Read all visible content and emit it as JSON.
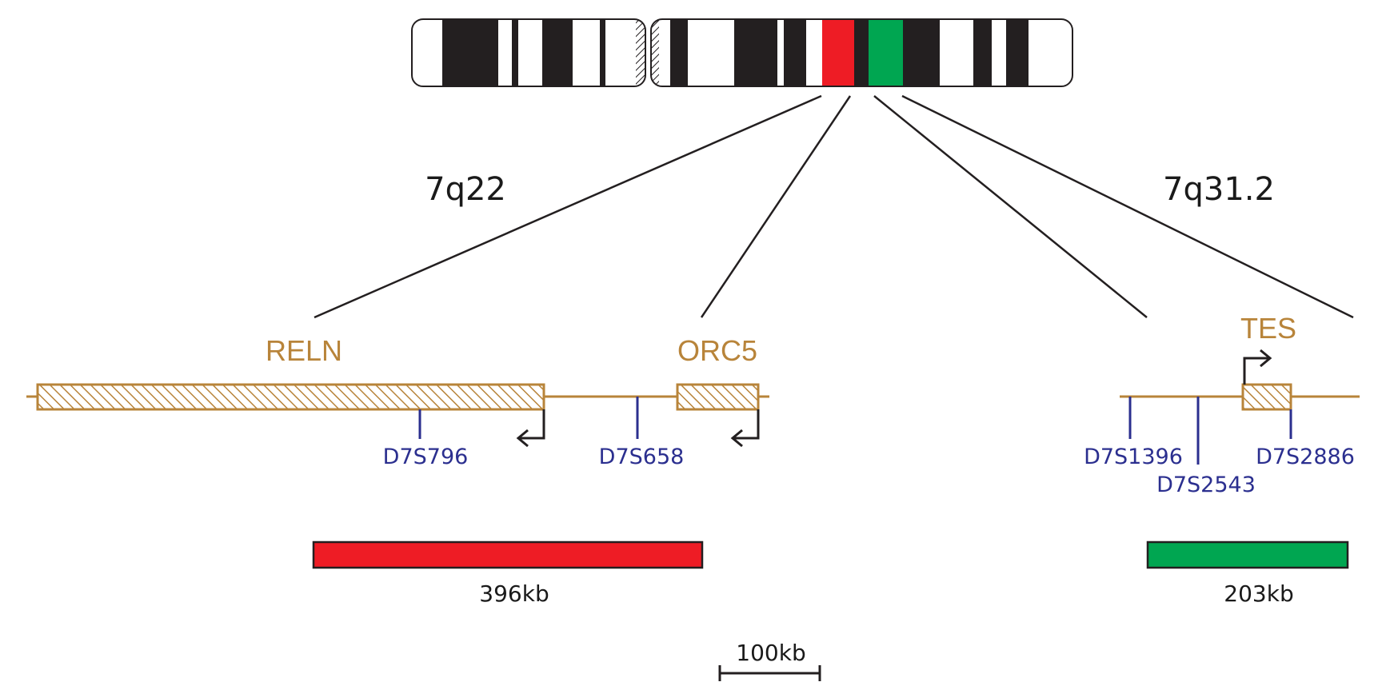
{
  "regions": {
    "left_band": "7q22",
    "right_band": "7q31.2"
  },
  "genes": {
    "reln": "RELN",
    "orc5": "ORC5",
    "tes": "TES"
  },
  "markers": {
    "m1": "D7S796",
    "m2": "D7S658",
    "m3": "D7S1396",
    "m4": "D7S2543",
    "m5": "D7S2886"
  },
  "deletions": {
    "red_label": "396kb",
    "green_label": "203kb"
  },
  "scale_bar": {
    "label": "100kb"
  },
  "colors": {
    "gene": "#b8843a",
    "marker": "#2b2f8f",
    "red_region": "#ee1c25",
    "green_region": "#00a651",
    "band_dark": "#231f20"
  }
}
